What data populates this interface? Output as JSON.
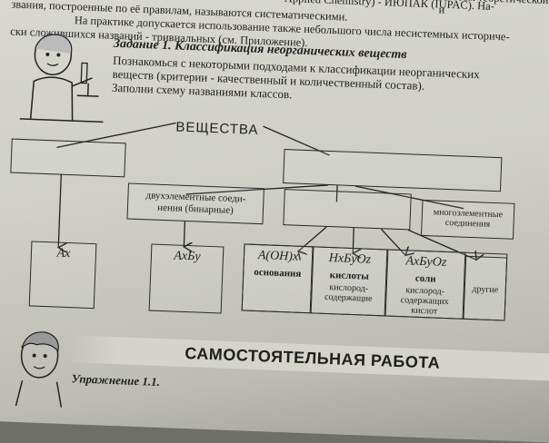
{
  "intro": {
    "line1": "звания, построенные по её правилам, называются систематическими.",
    "line2": "На практике допускается использование также небольшого числа несистемных историче-",
    "line3": "ски сложившихся названий - тривиальных (см. Приложение).",
    "fragment": "союзом теоретической и",
    "fragment2": "Applied Chemistry) - ИЮПАК (IUPAC). На-"
  },
  "task": {
    "title": "Задание 1. Классификация неорганических веществ",
    "text1": "Познакомься с некоторыми подходами к классификации неорганических",
    "text2": "веществ (критерии - качественный и количественный состав).",
    "text3": "Заполни схему названиями классов."
  },
  "scheme": {
    "root": "ВЕЩЕСТВА",
    "binary_l1": "двухэлементные соеди-",
    "binary_l2": "нения (бинарные)",
    "multi_l1": "многоэлементные",
    "multi_l2": "соединения",
    "ax": "Ax",
    "axby": "AxБy",
    "bases_formula": "A(OH)x",
    "bases_name": "основания",
    "acids_formula": "HxБyOz",
    "acids_name": "кислоты",
    "acids_sub1": "кислород-",
    "acids_sub2": "содержащие",
    "salts_formula": "AxБyOz",
    "salts_name": "соли",
    "salts_sub1": "кислород-",
    "salts_sub2": "содержащих",
    "salts_sub3": "кислот",
    "other": "другие"
  },
  "banner": "САМОСТОЯТЕЛЬНАЯ РАБОТА",
  "exercise": "Упражнение 1.1."
}
